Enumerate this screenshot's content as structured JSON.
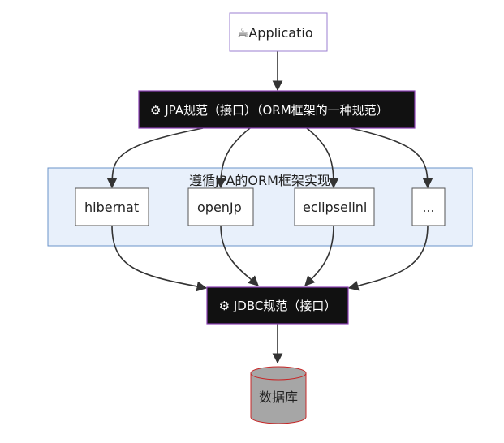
{
  "nodes": {
    "application": {
      "label": "☕Applicatio"
    },
    "jpa": {
      "label": "⚙ JPA规范（接口）（ORM框架的一种规范）"
    },
    "group": {
      "label": "遵循JPA的ORM框架实现"
    },
    "hibernate": {
      "label": "hibernat"
    },
    "openjpa": {
      "label": "openJp"
    },
    "eclipselink": {
      "label": "eclipselinl"
    },
    "more": {
      "label": "..."
    },
    "jdbc": {
      "label": "⚙ JDBC规范（接口）"
    },
    "database": {
      "label": "数据库"
    }
  },
  "colors": {
    "dark_node": "#111111",
    "dark_node_border": "#8b3fb5",
    "group_fill": "#e8f0fb",
    "group_border": "#6a93c9",
    "app_border": "#9b7fd0",
    "db_fill": "#a6a6a6",
    "db_border": "#c62828",
    "edge": "#333333"
  }
}
